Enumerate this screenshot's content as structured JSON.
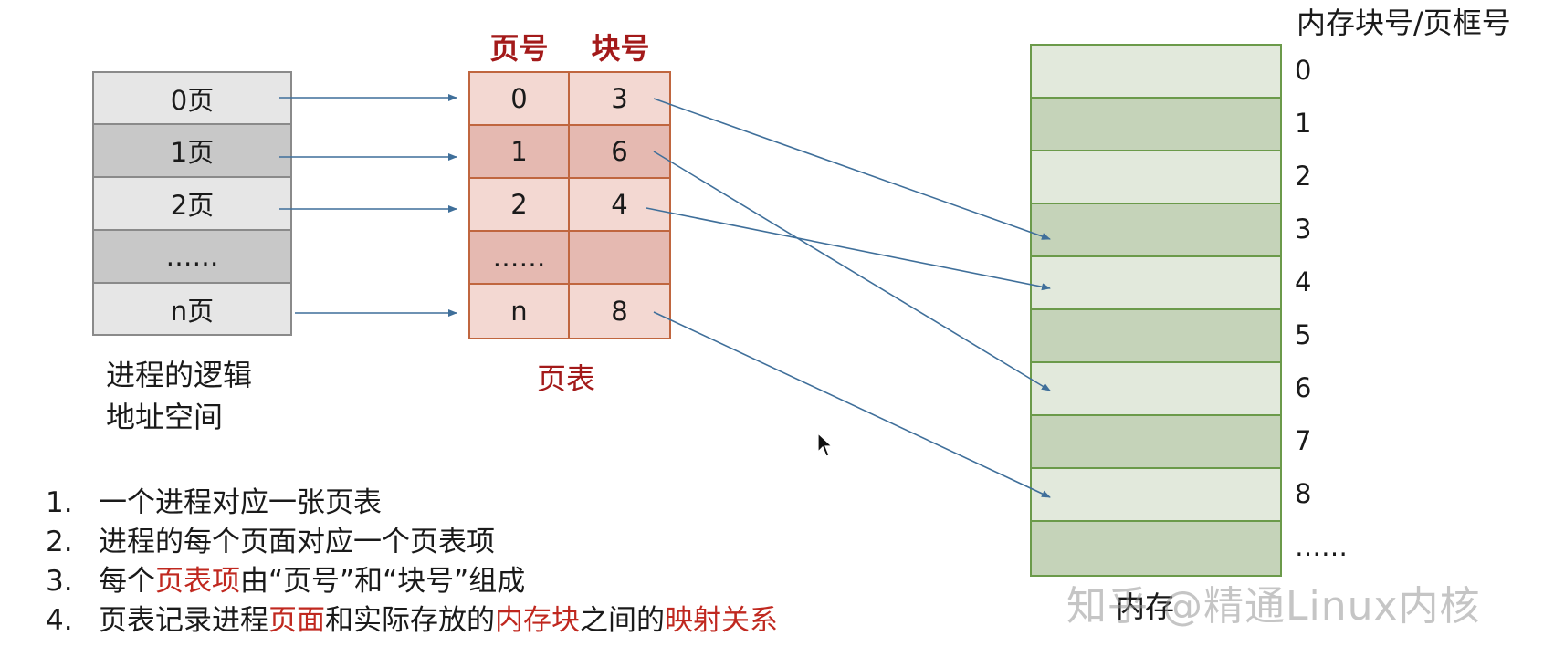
{
  "logical_space": {
    "rows": [
      "0页",
      "1页",
      "2页",
      "……",
      "n页"
    ],
    "caption_line1": "进程的逻辑",
    "caption_line2": "地址空间"
  },
  "page_table": {
    "header_page": "页号",
    "header_block": "块号",
    "rows": [
      {
        "page": "0",
        "block": "3"
      },
      {
        "page": "1",
        "block": "6"
      },
      {
        "page": "2",
        "block": "4"
      },
      {
        "page": "……",
        "block": ""
      },
      {
        "page": "n",
        "block": "8"
      }
    ],
    "caption": "页表"
  },
  "memory": {
    "header": "内存块号/页框号",
    "block_numbers": [
      "0",
      "1",
      "2",
      "3",
      "4",
      "5",
      "6",
      "7",
      "8",
      "……"
    ],
    "caption": "内存"
  },
  "notes": [
    {
      "num": "1.",
      "parts": [
        {
          "text": "一个进程对应一张页表",
          "red": false
        }
      ]
    },
    {
      "num": "2.",
      "parts": [
        {
          "text": "进程的每个页面对应一个页表项",
          "red": false
        }
      ]
    },
    {
      "num": "3.",
      "parts": [
        {
          "text": "每个",
          "red": false
        },
        {
          "text": "页表项",
          "red": true
        },
        {
          "text": "由“页号”和“块号”组成",
          "red": false
        }
      ]
    },
    {
      "num": "4.",
      "parts": [
        {
          "text": "页表记录进程",
          "red": false
        },
        {
          "text": "页面",
          "red": true
        },
        {
          "text": "和实际存放的",
          "red": false
        },
        {
          "text": "内存块",
          "red": true
        },
        {
          "text": "之间的",
          "red": false
        },
        {
          "text": "映射关系",
          "red": true
        }
      ]
    }
  ],
  "watermark": "知乎 @精通Linux内核",
  "colors": {
    "arrow": "#3f6f9a",
    "red_text": "#c0281f",
    "table_border": "#c0663f",
    "memory_border": "#6b9a4a"
  }
}
